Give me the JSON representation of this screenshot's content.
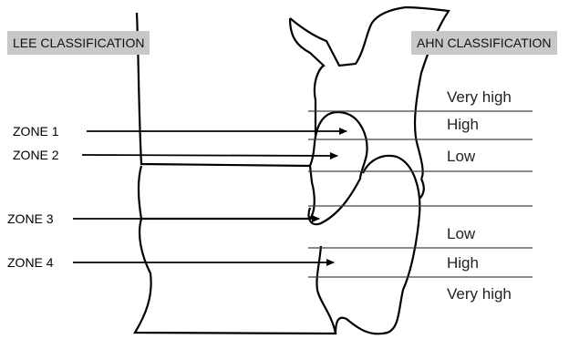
{
  "headers": {
    "lee": "LEE CLASSIFICATION",
    "ahn": "AHN CLASSIFICATION"
  },
  "zones": [
    "ZONE 1",
    "ZONE 2",
    "ZONE 3",
    "ZONE 4"
  ],
  "grades": [
    "Very high",
    "High",
    "Low",
    "Low",
    "High",
    "Very high"
  ],
  "colors": {
    "header_bg": "#c8c8c8",
    "line": "#000000",
    "guide_line": "#444444"
  }
}
